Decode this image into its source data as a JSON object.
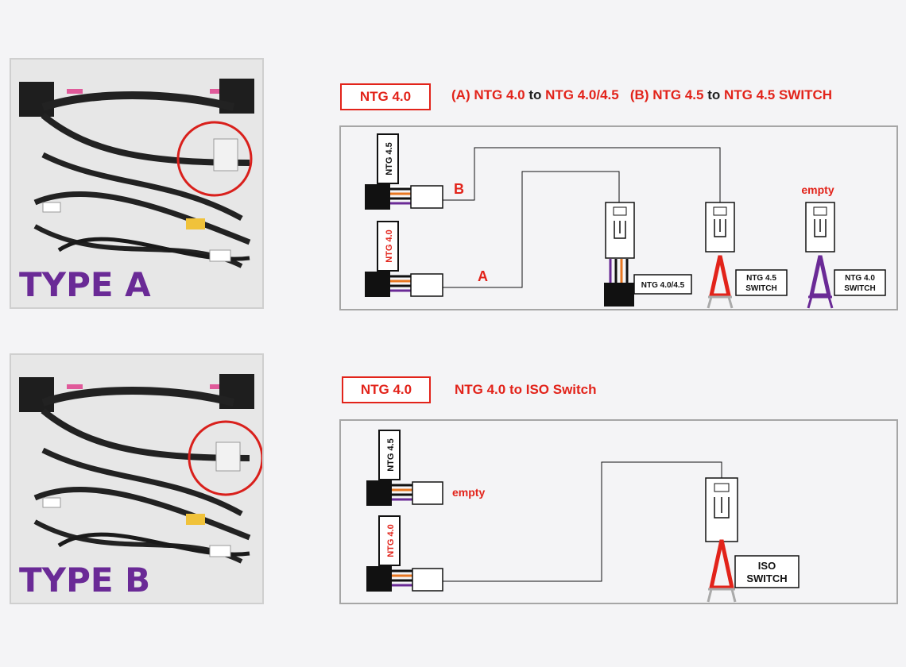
{
  "type_a": {
    "photo_label": "TYPE A",
    "headline": {
      "box_label": "NTG 4.0",
      "part_a_prefix": "(A)",
      "part_a_from": "NTG 4.0",
      "part_a_to_word": "to",
      "part_a_to": "NTG 4.0/4.5",
      "part_b_prefix": "(B)",
      "part_b_from": "NTG 4.5",
      "part_b_to_word": "to",
      "part_b_to": "NTG 4.5 SWITCH"
    },
    "diagram": {
      "connector_top_label": "NTG 4.5",
      "connector_bottom_label": "NTG 4.0",
      "wire_b_label": "B",
      "wire_a_label": "A",
      "empty_label": "empty",
      "target_1_label": "NTG 4.0/4.5",
      "target_2_label_line1": "NTG 4.5",
      "target_2_label_line2": "SWITCH",
      "target_3_label_line1": "NTG 4.0",
      "target_3_label_line2": "SWITCH"
    }
  },
  "type_b": {
    "photo_label": "TYPE B",
    "headline": {
      "box_label": "NTG 4.0",
      "text": "NTG 4.0 to ISO Switch"
    },
    "diagram": {
      "connector_top_label": "NTG 4.5",
      "connector_bottom_label": "NTG 4.0",
      "empty_label": "empty",
      "target_label_line1": "ISO",
      "target_label_line2": "SWITCH"
    }
  },
  "colors": {
    "accent_red": "#e2231a",
    "type_purple": "#6a2a96",
    "border_gray": "#a6a6a6"
  }
}
